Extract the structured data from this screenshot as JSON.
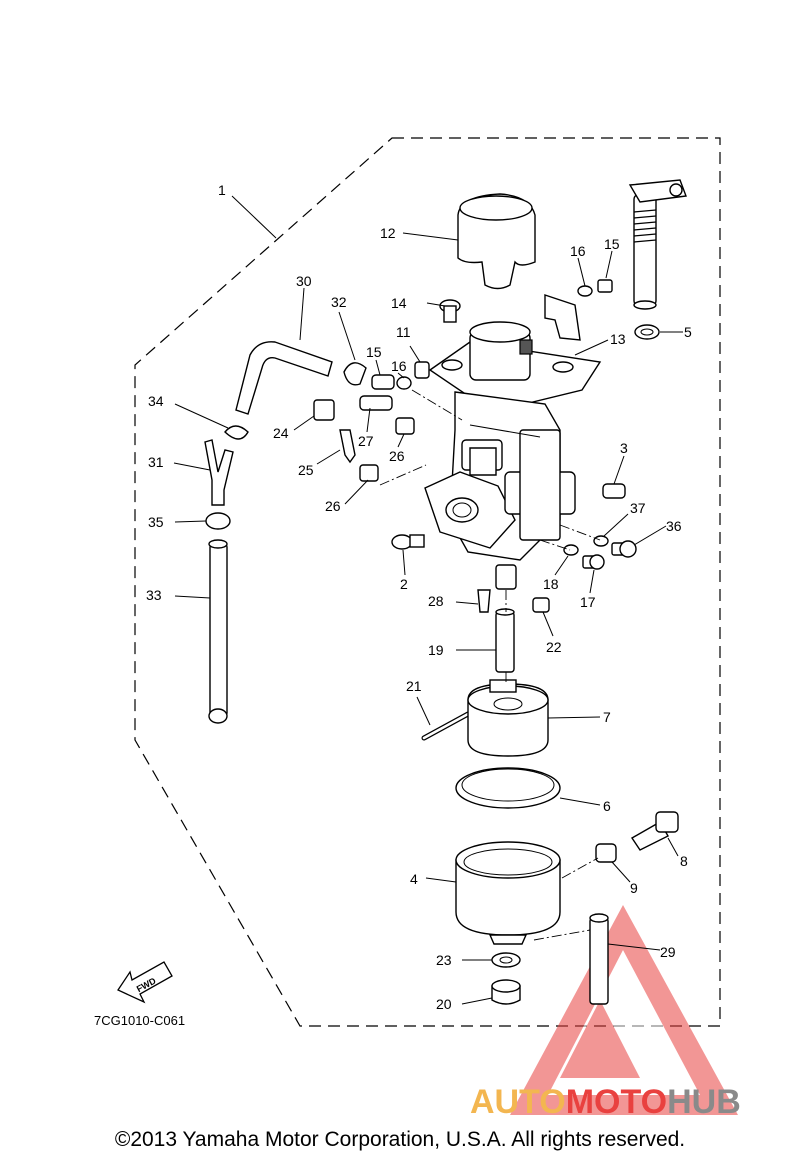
{
  "callouts": [
    {
      "label": "1"
    },
    {
      "label": "12"
    },
    {
      "label": "16"
    },
    {
      "label": "15"
    },
    {
      "label": "30"
    },
    {
      "label": "32"
    },
    {
      "label": "14"
    },
    {
      "label": "15"
    },
    {
      "label": "16"
    },
    {
      "label": "11"
    },
    {
      "label": "13"
    },
    {
      "label": "5"
    },
    {
      "label": "34"
    },
    {
      "label": "24"
    },
    {
      "label": "27"
    },
    {
      "label": "26"
    },
    {
      "label": "31"
    },
    {
      "label": "25"
    },
    {
      "label": "3"
    },
    {
      "label": "26"
    },
    {
      "label": "37"
    },
    {
      "label": "35"
    },
    {
      "label": "36"
    },
    {
      "label": "2"
    },
    {
      "label": "18"
    },
    {
      "label": "17"
    },
    {
      "label": "33"
    },
    {
      "label": "28"
    },
    {
      "label": "22"
    },
    {
      "label": "19"
    },
    {
      "label": "21"
    },
    {
      "label": "7"
    },
    {
      "label": "6"
    },
    {
      "label": "8"
    },
    {
      "label": "4"
    },
    {
      "label": "9"
    },
    {
      "label": "29"
    },
    {
      "label": "23"
    },
    {
      "label": "20"
    }
  ],
  "fwd_label": "FWD",
  "drawing_code": "7CG1010-C061",
  "copyright": "©2013 Yamaha Motor Corporation, U.S.A. All rights reserved.",
  "watermark": {
    "part1": "AUTO",
    "part2": "MOTO",
    "part3": "HUB"
  },
  "colors": {
    "watermark_orange": "#f3b650",
    "watermark_red": "#e9413f",
    "watermark_gray": "#8a8a8a"
  }
}
